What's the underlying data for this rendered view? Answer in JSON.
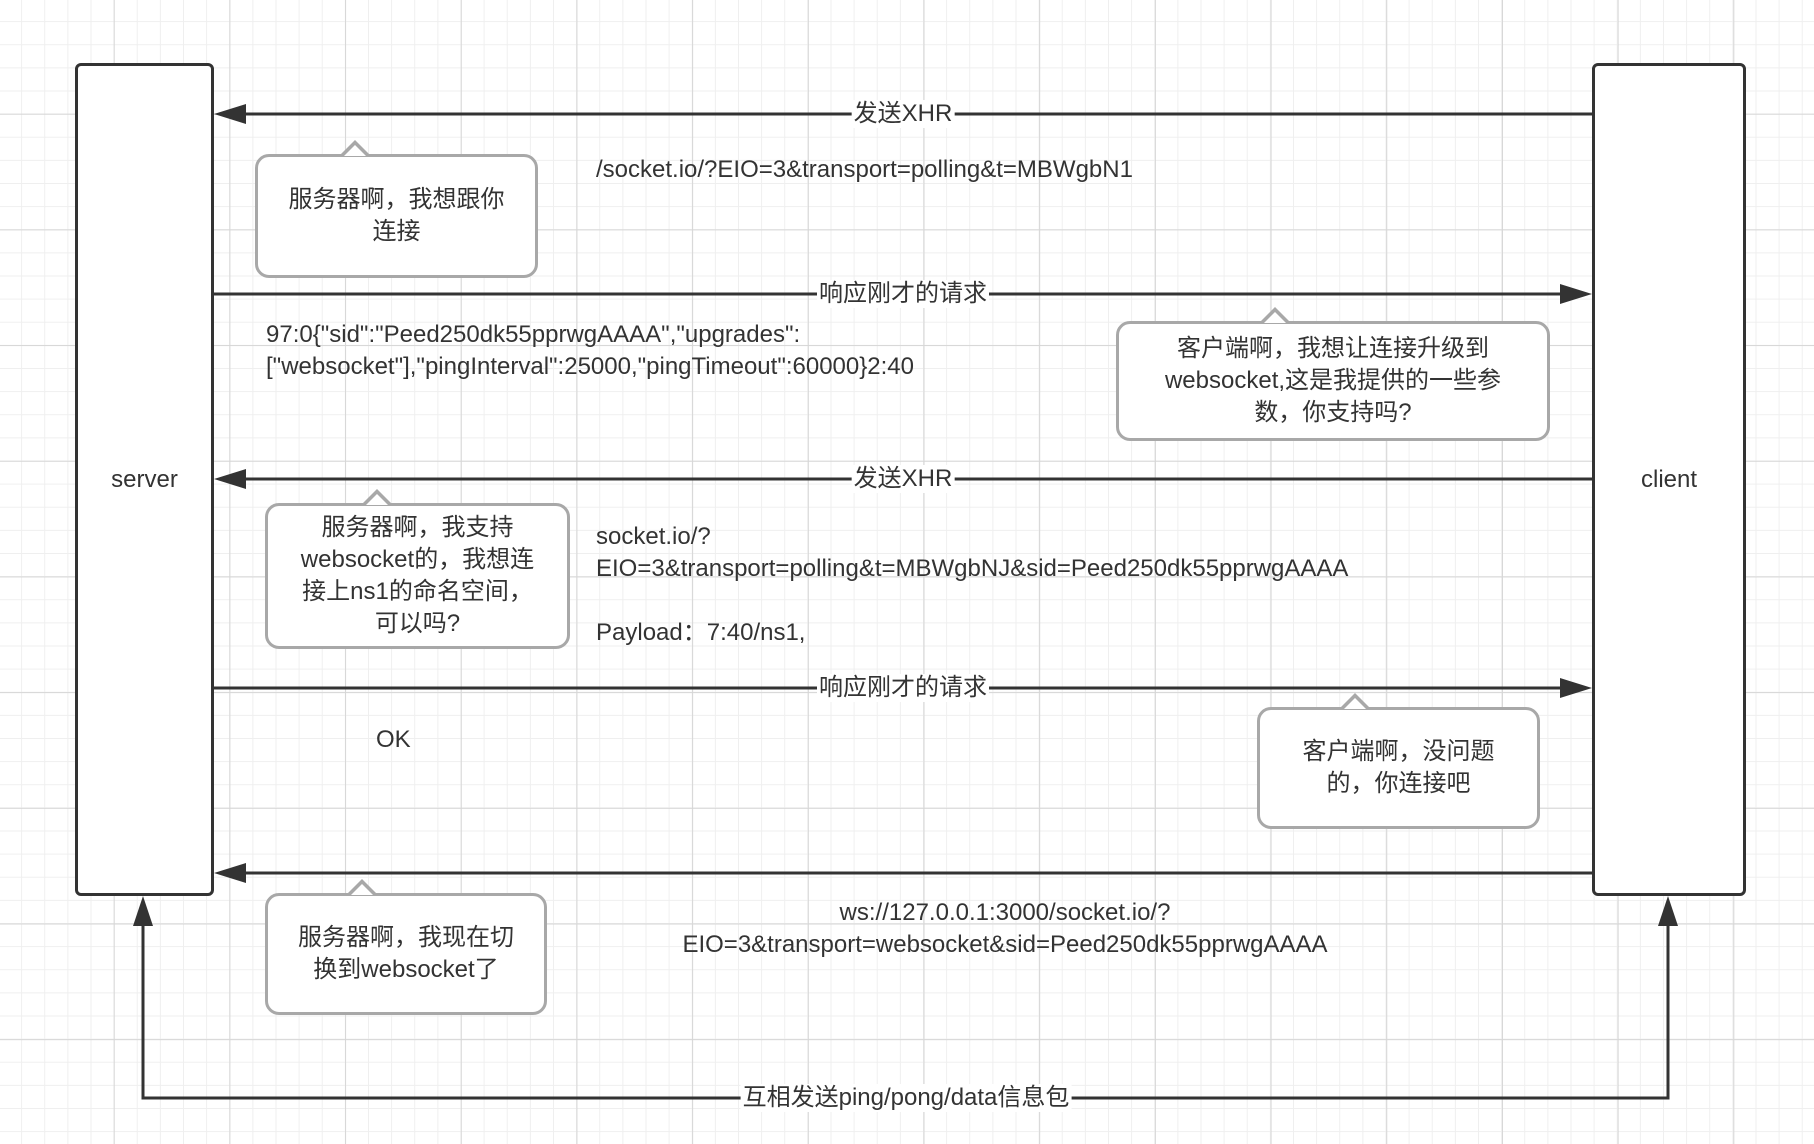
{
  "lifelines": {
    "server": "server",
    "client": "client"
  },
  "messages": [
    {
      "label": "发送XHR",
      "direction": "client-to-server"
    },
    {
      "label": "响应刚才的请求",
      "direction": "server-to-client"
    },
    {
      "label": "发送XHR",
      "direction": "client-to-server"
    },
    {
      "label": "响应刚才的请求",
      "direction": "server-to-client"
    },
    {
      "label": "",
      "direction": "client-to-server"
    }
  ],
  "bottom_link": {
    "label": "互相发送ping/pong/data信息包"
  },
  "notes": [
    "服务器啊，我想跟你\n连接",
    "客户端啊，我想让连接升级到\nwebsocket,这是我提供的一些参\n数，你支持吗?",
    "服务器啊，我支持\nwebsocket的，我想连\n接上ns1的命名空间，\n可以吗?",
    "客户端啊，没问题\n的，你连接吧",
    "服务器啊，我现在切\n换到websocket了"
  ],
  "texts": {
    "request1": "/socket.io/?EIO=3&transport=polling&t=MBWgbN1",
    "response1": "97:0{\"sid\":\"Peed250dk55pprwgAAAA\",\"upgrades\":\n[\"websocket\"],\"pingInterval\":25000,\"pingTimeout\":60000}2:40",
    "request2": "socket.io/?\nEIO=3&transport=polling&t=MBWgbNJ&sid=Peed250dk55pprwgAAAA\n\nPayload：7:40/ns1,",
    "response2": "OK",
    "ws_url": "ws://127.0.0.1:3000/socket.io/?\nEIO=3&transport=websocket&sid=Peed250dk55pprwgAAAA"
  },
  "colors": {
    "line": "#333333",
    "note_border": "#a8a8a8",
    "grid": "#d6d6d6",
    "background": "#ffffff"
  }
}
